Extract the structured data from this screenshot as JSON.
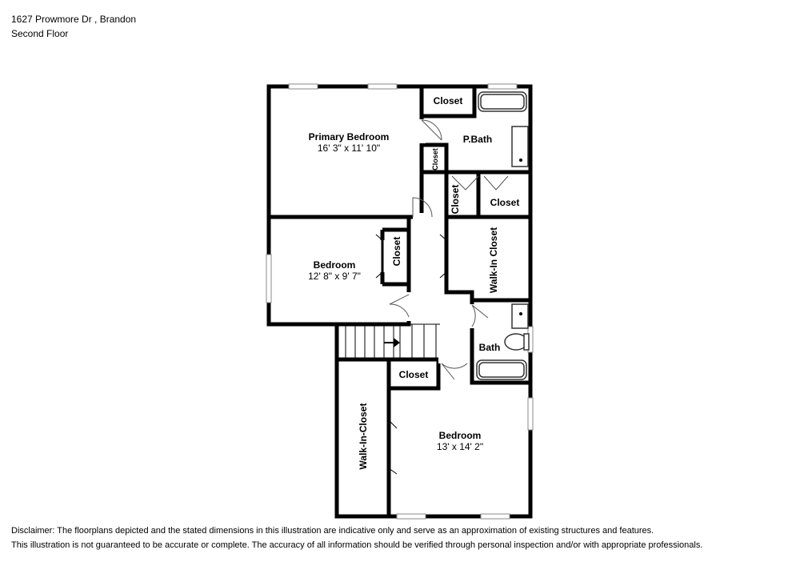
{
  "header": {
    "address": "1627 Prowmore Dr , Brandon",
    "floor": "Second Floor"
  },
  "rooms": {
    "primary_bedroom": {
      "name": "Primary Bedroom",
      "dims": "16' 3\" x 11' 10\""
    },
    "p_bath": {
      "name": "P.Bath"
    },
    "closet_primary_top": {
      "name": "Closet"
    },
    "closet_pbath_small": {
      "name": "Closet"
    },
    "closet_vertical_mid": {
      "name": "Closet"
    },
    "closet_right_mid": {
      "name": "Closet"
    },
    "bedroom_2": {
      "name": "Bedroom",
      "dims": "12' 8\" x 9' 7\""
    },
    "closet_bedroom_2": {
      "name": "Closet"
    },
    "walk_in_closet_right": {
      "name": "Walk-In Closet"
    },
    "bath": {
      "name": "Bath"
    },
    "closet_hall": {
      "name": "Closet"
    },
    "bedroom_3": {
      "name": "Bedroom",
      "dims": "13' x 14' 2\""
    },
    "walk_in_closet_left": {
      "name": "Walk-In-Closet"
    }
  },
  "disclaimer": {
    "line1": "Disclaimer: The floorplans depicted and the stated dimensions in this illustration are indicative only and serve as an approximation of existing structures and features.",
    "line2": "This illustration is not guaranteed to be accurate or complete. The accuracy of all information should be verified through personal inspection and/or with appropriate professionals."
  }
}
